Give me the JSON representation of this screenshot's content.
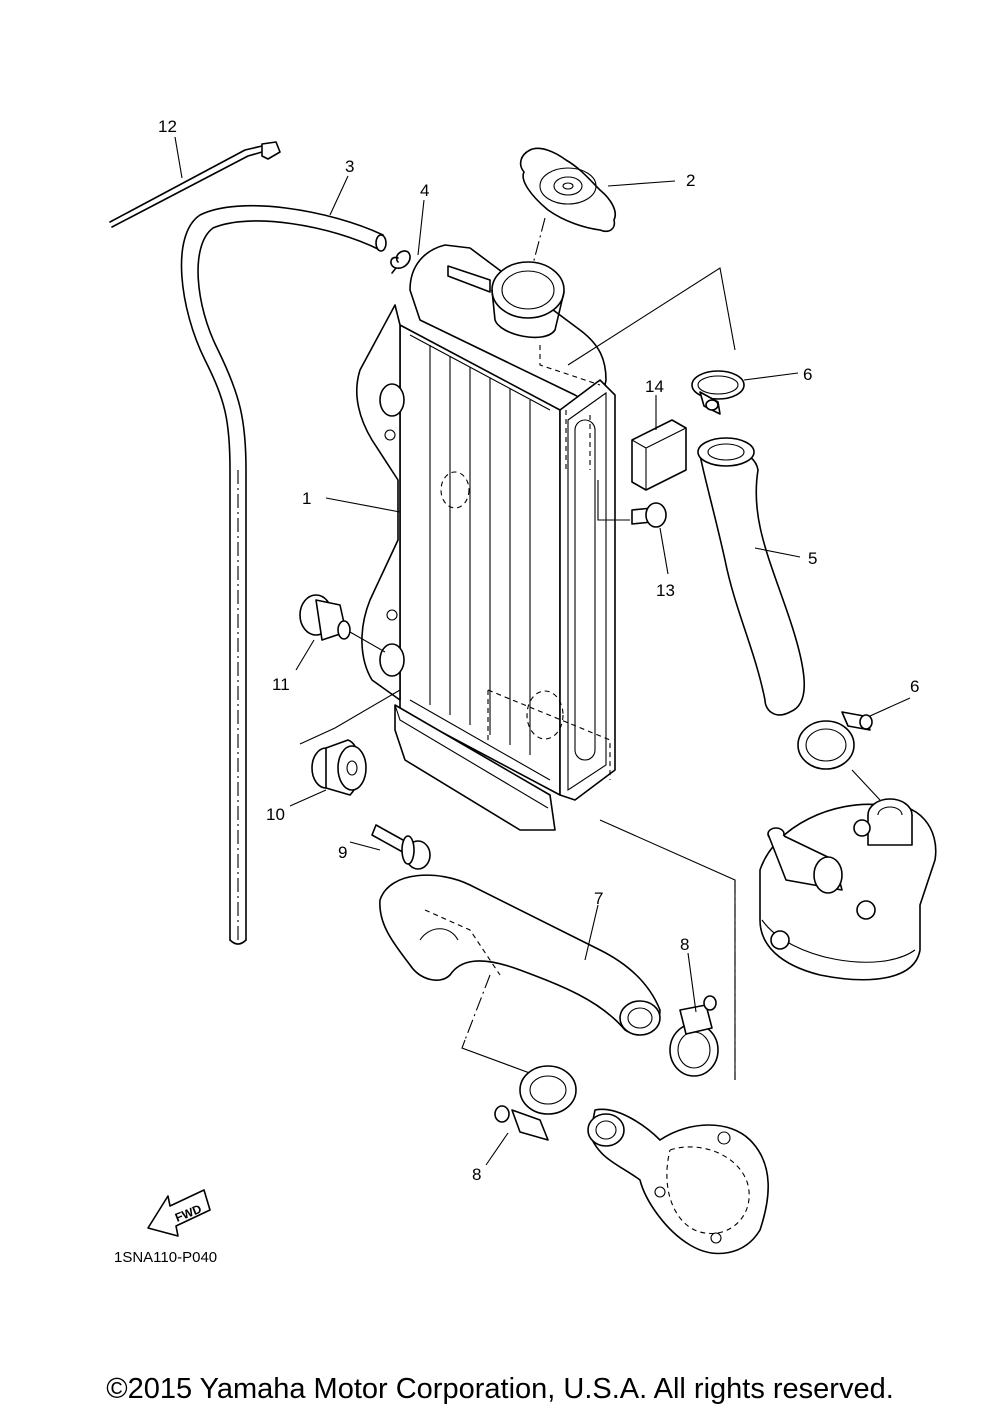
{
  "diagram_code": "1SNA110-P040",
  "copyright": "©2015 Yamaha Motor Corporation, U.S.A. All rights reserved.",
  "fwd_label": "FWD",
  "callouts": {
    "c1": "1",
    "c2": "2",
    "c3": "3",
    "c4": "4",
    "c5": "5",
    "c6a": "6",
    "c6b": "6",
    "c7": "7",
    "c8a": "8",
    "c8b": "8",
    "c9": "9",
    "c10": "10",
    "c11": "11",
    "c12": "12",
    "c13": "13",
    "c14": "14"
  }
}
